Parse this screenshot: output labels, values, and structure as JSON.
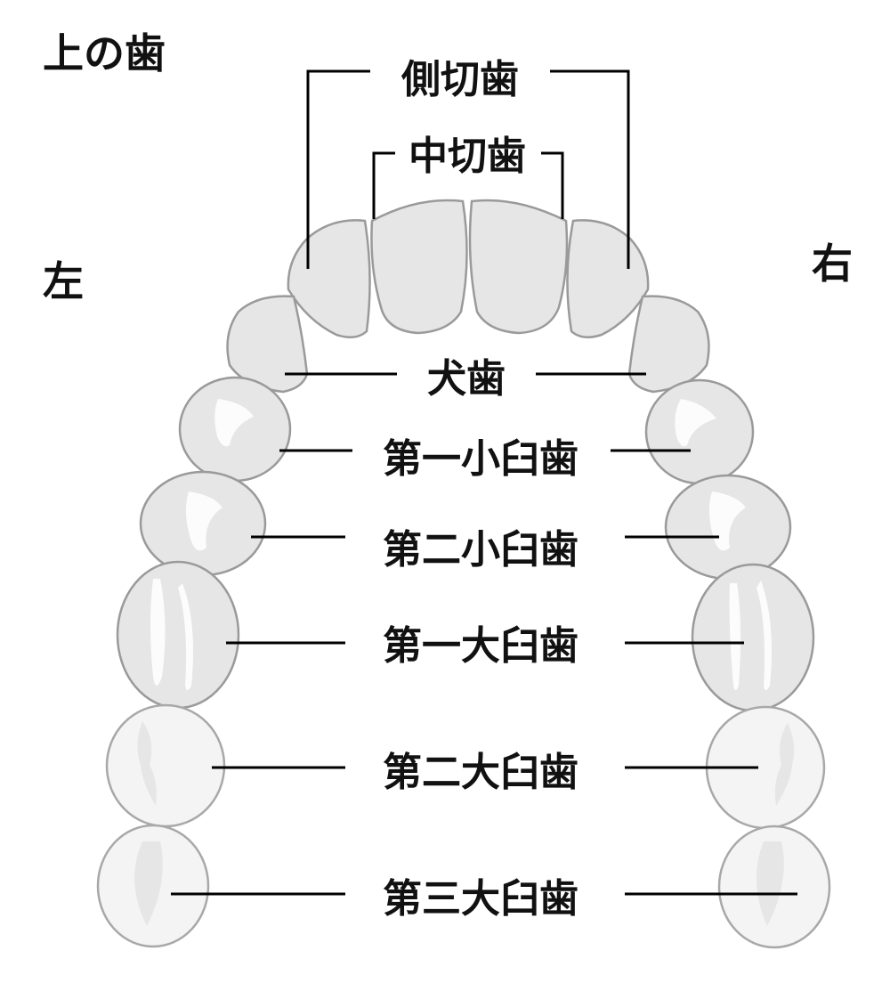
{
  "title": "上の歯",
  "side_left": "左",
  "side_right": "右",
  "labels": {
    "lateral_incisor": "側切歯",
    "central_incisor": "中切歯",
    "canine": "犬歯",
    "first_premolar": "第一小臼歯",
    "second_premolar": "第二小臼歯",
    "first_molar": "第一大臼歯",
    "second_molar": "第二大臼歯",
    "third_molar": "第三大臼歯"
  }
}
